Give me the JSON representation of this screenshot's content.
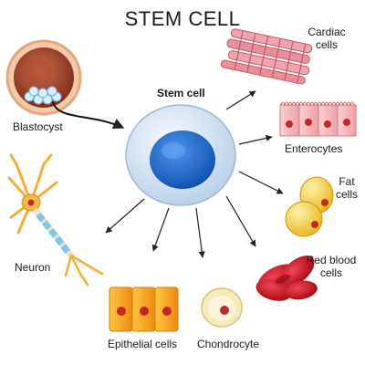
{
  "title": "STEM CELL",
  "center_label": "Stem cell",
  "cells": [
    {
      "id": "blastocyst",
      "label": "Blastocyst"
    },
    {
      "id": "cardiac",
      "label_lines": [
        "Cardiac",
        "cells"
      ]
    },
    {
      "id": "enterocytes",
      "label": "Enterocytes"
    },
    {
      "id": "fat",
      "label_lines": [
        "Fat",
        "cells"
      ]
    },
    {
      "id": "red-blood",
      "label_lines": [
        "Red blood",
        "cells"
      ]
    },
    {
      "id": "neuron",
      "label": "Neuron"
    },
    {
      "id": "epithelial",
      "label": "Epithelial cells"
    },
    {
      "id": "chondrocyte",
      "label": "Chondrocyte"
    }
  ],
  "colors": {
    "stem_body": "#cfdff0",
    "stem_nucleus": "#1a63c9",
    "cardiac": "#e88e99",
    "enterocyte": "#f2b1b3",
    "fat": "#f4cd3a",
    "rbc": "#c8101f",
    "epithelial": "#f4a21a",
    "nucleus_red": "#c0282b",
    "blastocyst": "#9a3a23",
    "neuron": "#f4ad35"
  }
}
